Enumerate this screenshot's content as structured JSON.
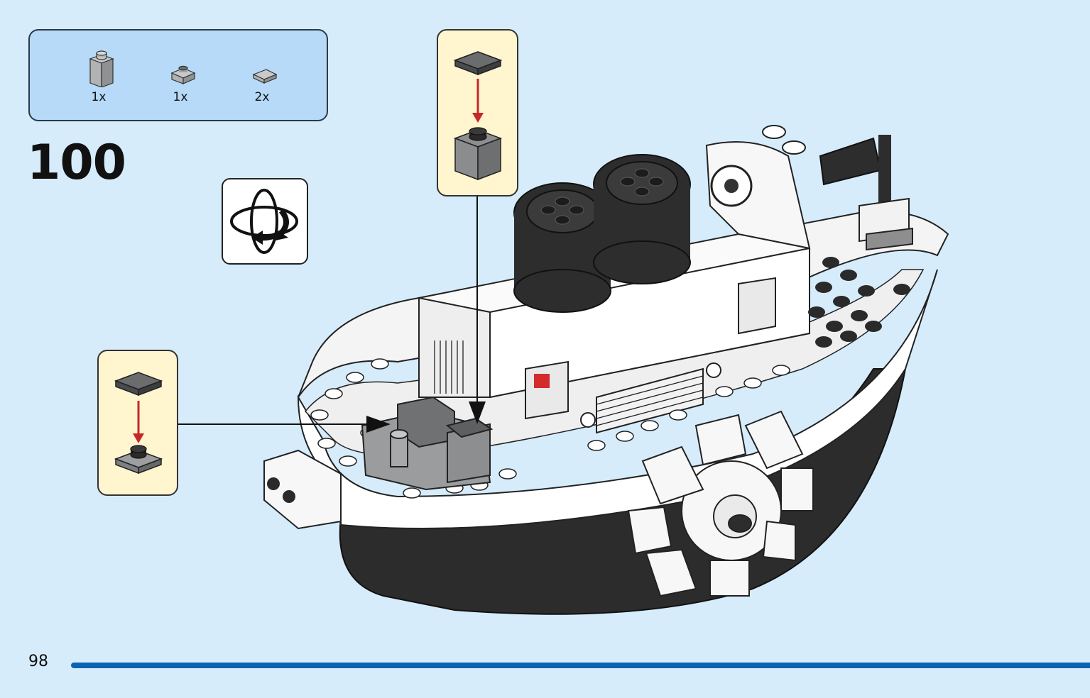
{
  "parts": [
    {
      "qty": "1x",
      "icon": "brick-1x1-icon",
      "color": "#a7a9ac"
    },
    {
      "qty": "1x",
      "icon": "round-plate-1x1-icon",
      "color": "#a7a9ac"
    },
    {
      "qty": "2x",
      "icon": "tile-1x1-icon",
      "color": "#a7a9ac"
    }
  ],
  "step": {
    "number": "100"
  },
  "rotate": {
    "icon": "rotate-model-icon"
  },
  "callouts": [
    {
      "icon": "sub-assembly-tile-on-brick-icon"
    },
    {
      "icon": "sub-assembly-tile-on-round-plate-icon"
    }
  ],
  "model": {
    "icon": "steamboat-model-icon"
  },
  "footer": {
    "page": "98",
    "accent": "#0a63b1"
  }
}
